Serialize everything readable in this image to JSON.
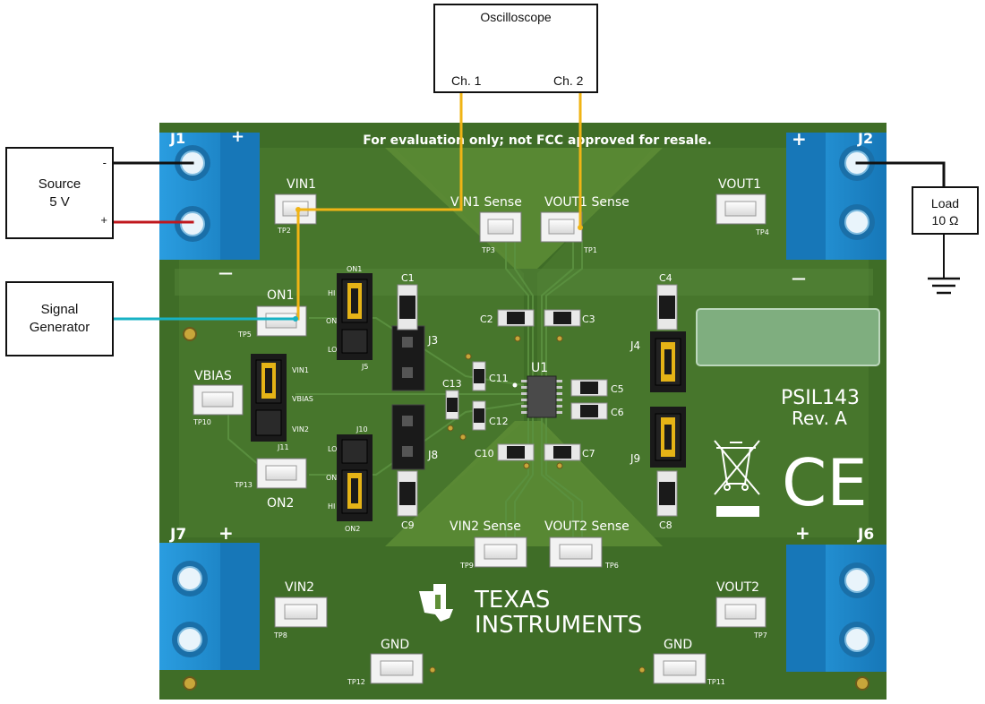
{
  "instruments": {
    "oscilloscope": {
      "title": "Oscilloscope",
      "ch1": "Ch. 1",
      "ch2": "Ch. 2"
    },
    "source": {
      "line1": "Source",
      "line2": "5 V",
      "minus": "-",
      "plus": "+"
    },
    "signal_generator": {
      "line1": "Signal",
      "line2": "Generator"
    },
    "load": {
      "line1": "Load",
      "line2": "10 Ω"
    }
  },
  "board": {
    "banner": "For evaluation only; not FCC approved for resale.",
    "name": "PSIL143",
    "revision": "Rev. A",
    "company_line1": "TEXAS",
    "company_line2": "INSTRUMENTS",
    "ce_mark": "CE",
    "connectors": {
      "j1": "J1",
      "j2": "J2",
      "j6": "J6",
      "j7": "J7"
    },
    "polarity": {
      "plus": "+",
      "minus": "—"
    },
    "test_points": {
      "vin1": "VIN1",
      "tp2": "TP2",
      "vin1_sense": "VIN1 Sense",
      "tp3": "TP3",
      "vout1_sense": "VOUT1 Sense",
      "tp1": "TP1",
      "vout1": "VOUT1",
      "tp4": "TP4",
      "on1": "ON1",
      "tp5": "TP5",
      "vbias": "VBIAS",
      "tp10": "TP10",
      "on2": "ON2",
      "tp13": "TP13",
      "vin2_sense": "VIN2 Sense",
      "tp9": "TP9",
      "vout2_sense": "VOUT2 Sense",
      "tp6": "TP6",
      "vin2": "VIN2",
      "tp8": "TP8",
      "vout2": "VOUT2",
      "tp7": "TP7",
      "gnd_left": "GND",
      "tp12": "TP12",
      "gnd_right": "GND",
      "tp11": "TP11"
    },
    "jumpers": {
      "j5": "J5",
      "j5_top": "ON1",
      "j5_hi": "HI",
      "j5_lo": "LO",
      "j5_on": "ON",
      "j10": "J10",
      "j10_bot": "ON2",
      "j10_hi": "HI",
      "j10_lo": "LO",
      "j10_on": "ON",
      "j11": "J11",
      "j11_vin1": "VIN1",
      "j11_vbias": "VBIAS",
      "j11_vin2": "VIN2",
      "j3": "J3",
      "j8": "J8",
      "j4": "J4",
      "j9": "J9"
    },
    "components": {
      "u1": "U1",
      "c1": "C1",
      "c2": "C2",
      "c3": "C3",
      "c4": "C4",
      "c5": "C5",
      "c6": "C6",
      "c7": "C7",
      "c8": "C8",
      "c9": "C9",
      "c10": "C10",
      "c11": "C11",
      "c12": "C12",
      "c13": "C13"
    }
  },
  "colors": {
    "board_dark": "#3f6d27",
    "board_light": "#5f8f37",
    "terminal_blue": "#1a8fd6",
    "wire_black": "#111111",
    "wire_red": "#c0171c",
    "wire_orange": "#f0b415",
    "wire_cyan": "#17b2c4",
    "label_panel": "#7fae7f"
  }
}
